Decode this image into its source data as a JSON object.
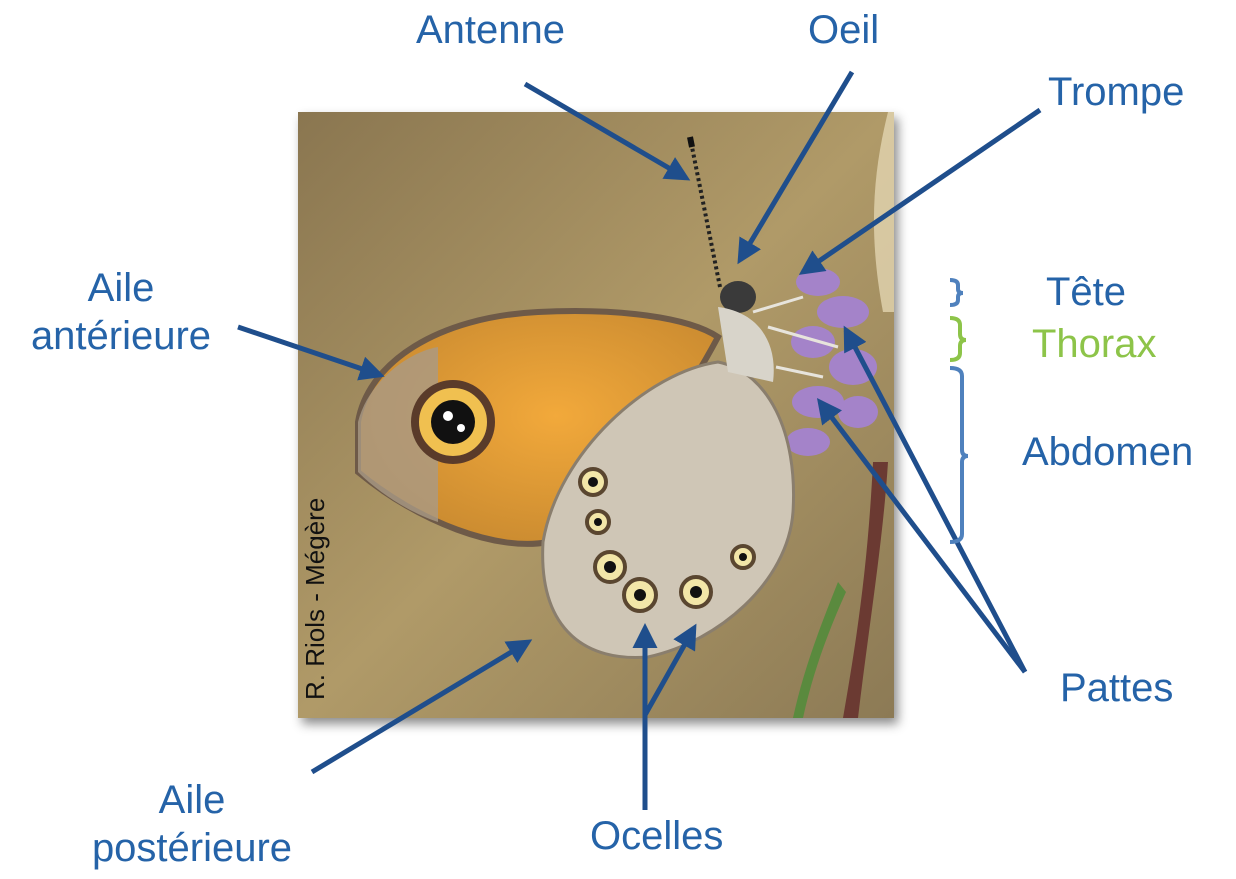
{
  "labels": {
    "antenne": "Antenne",
    "oeil": "Oeil",
    "trompe": "Trompe",
    "aile_anterieure_1": "Aile",
    "aile_anterieure_2": "antérieure",
    "tete": "Tête",
    "thorax": "Thorax",
    "abdomen": "Abdomen",
    "pattes": "Pattes",
    "aile_posterieure_1": "Aile",
    "aile_posterieure_2": "postérieure",
    "ocelles": "Ocelles"
  },
  "photo": {
    "credit": "R. Riols - Mégère"
  },
  "colors": {
    "label_blue": "#2563a8",
    "thorax_green": "#8dc449",
    "arrow": "#1f4e8c",
    "bracket_blue": "#4f81bd"
  }
}
